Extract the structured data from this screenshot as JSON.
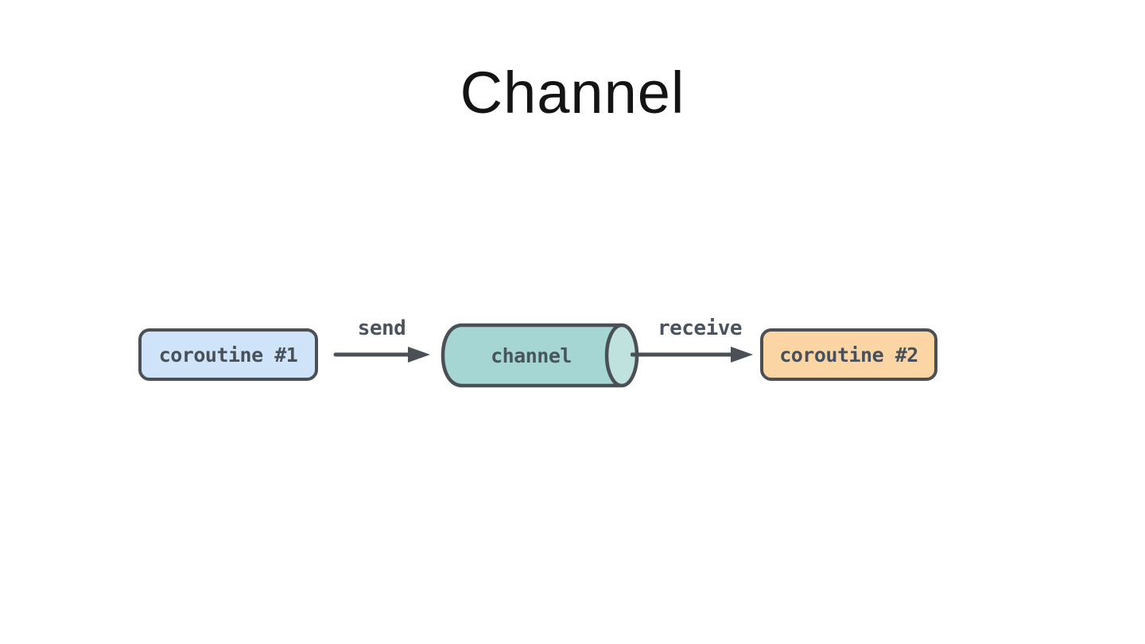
{
  "slide": {
    "title": "Channel"
  },
  "diagram": {
    "coroutine1_label": "coroutine #1",
    "send_label": "send",
    "channel_label": "channel",
    "receive_label": "receive",
    "coroutine2_label": "coroutine #2"
  },
  "colors": {
    "background": "#ffffff",
    "title_text": "#141414",
    "stroke": "#4a5056",
    "box_text": "#48515b",
    "coroutine1_fill": "#cfe4f8",
    "coroutine2_fill": "#fbd5a3",
    "channel_fill": "#a5d6d3",
    "channel_end_fill": "#bfe2df"
  }
}
